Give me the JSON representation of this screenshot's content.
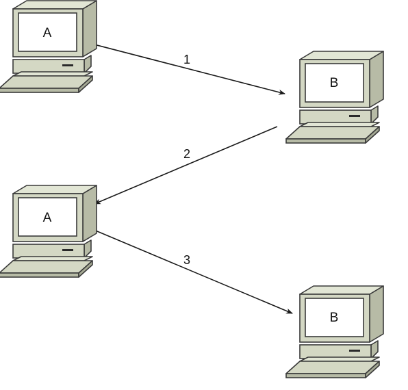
{
  "computers": [
    {
      "label": "A"
    },
    {
      "label": "B"
    },
    {
      "label": "A"
    },
    {
      "label": "B"
    }
  ],
  "arrows": [
    {
      "label": "1",
      "from": "A",
      "to": "B"
    },
    {
      "label": "2",
      "from": "B",
      "to": "A"
    },
    {
      "label": "3",
      "from": "A",
      "to": "B"
    }
  ],
  "colors": {
    "body_light": "#e2e6d5",
    "body_face": "#d4d8c4",
    "body_shade": "#b7bba6",
    "screen": "#ffffff",
    "outline": "#3a3a3a",
    "arrow": "#1a1a1a"
  }
}
